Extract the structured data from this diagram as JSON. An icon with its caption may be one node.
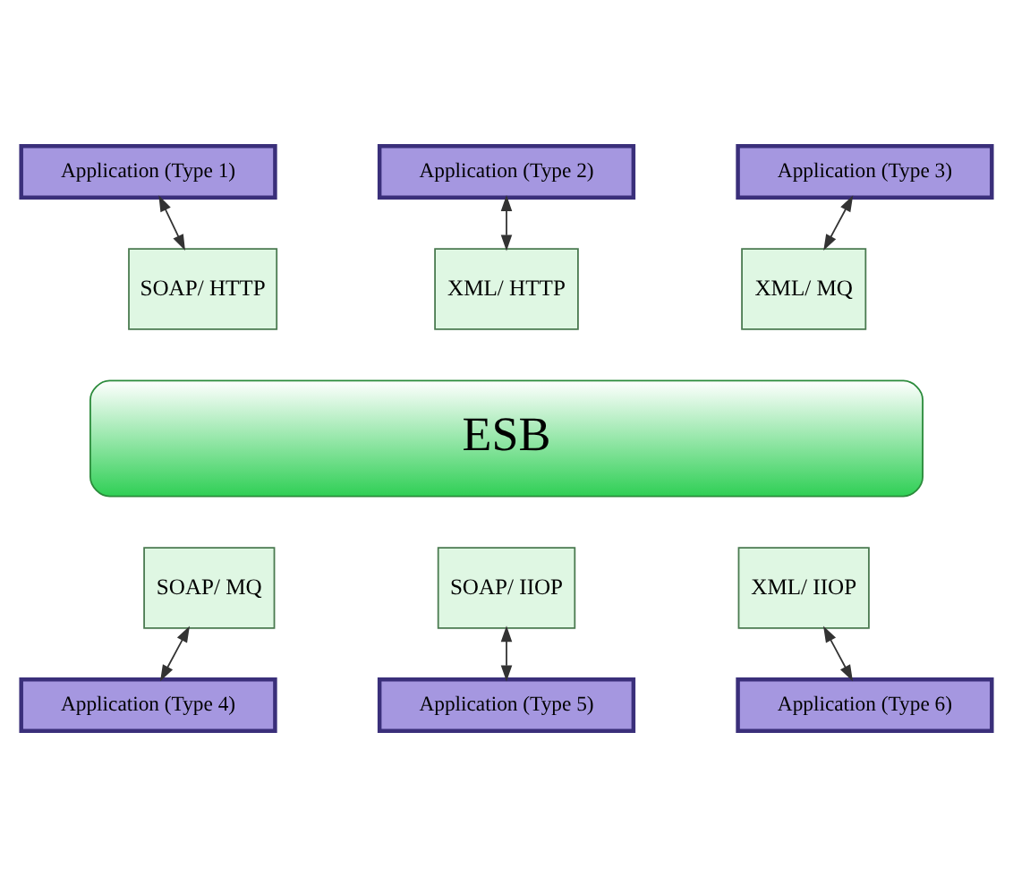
{
  "diagram": {
    "nodes": [
      {
        "text": [
          "Application (Type 1)"
        ]
      },
      {
        "text": [
          "Application (Type 2)"
        ]
      },
      {
        "text": [
          "Application (Type 3)"
        ]
      },
      {
        "text": [
          "SOAP/ HTTP"
        ]
      },
      {
        "text": [
          "XML/ HTTP"
        ]
      },
      {
        "text": [
          "XML/ MQ"
        ]
      },
      {
        "text": [
          "ESB"
        ]
      },
      {
        "text": [
          "SOAP/ MQ"
        ]
      },
      {
        "text": [
          "SOAP/ IIOP"
        ]
      },
      {
        "text": [
          "XML/ IIOP"
        ]
      },
      {
        "text": [
          "Application (Type 4)"
        ]
      },
      {
        "text": [
          "Application (Type 5)"
        ]
      },
      {
        "text": [
          "Application (Type 6)"
        ]
      }
    ],
    "edges": [
      {
        "from": 0,
        "to": 3,
        "arrow": "both"
      },
      {
        "from": 1,
        "to": 4,
        "arrow": "both"
      },
      {
        "from": 2,
        "to": 5,
        "arrow": "both"
      },
      {
        "from": 7,
        "to": 10,
        "arrow": "both"
      },
      {
        "from": 8,
        "to": 11,
        "arrow": "both"
      },
      {
        "from": 9,
        "to": 12,
        "arrow": "both"
      }
    ]
  }
}
